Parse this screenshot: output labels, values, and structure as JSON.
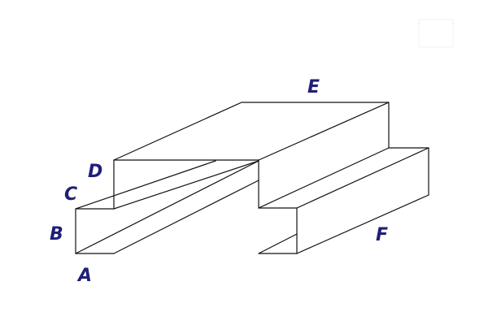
{
  "diagram": {
    "labels": {
      "A": "A",
      "B": "B",
      "C": "C",
      "D": "D",
      "E": "E",
      "F": "F"
    },
    "colors": {
      "line": "#111111",
      "label": "#1f1f7a",
      "background": "#ffffff"
    }
  }
}
